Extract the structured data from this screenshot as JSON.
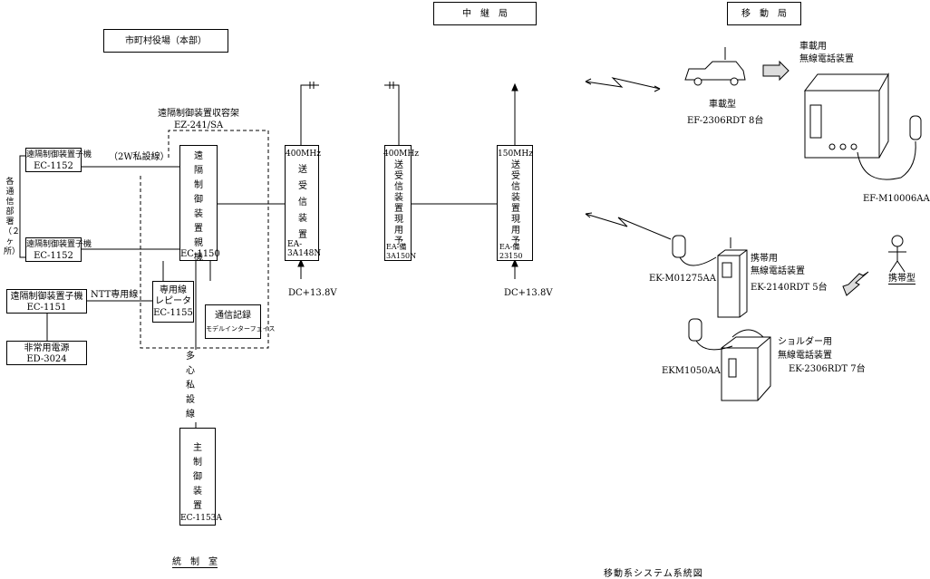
{
  "headers": {
    "office": "市町村役場（本部）",
    "relay": "中　継　局",
    "mobile": "移　動　局"
  },
  "control_housing": {
    "label": "遠隔制御装置収容架",
    "model": "EZ-241/SA"
  },
  "substations": [
    {
      "label": "遠隔制御装置子機",
      "model": "EC-1152"
    },
    {
      "label": "遠隔制御装置子機",
      "model": "EC-1152"
    },
    {
      "label": "遠隔制御装置子機",
      "model": "EC-1151"
    }
  ],
  "private_line_label": "（2W私設線）",
  "ntt_line_label": "NTT専用線",
  "dept_label": "各通信部署（２ヶ所）",
  "emergency_power": {
    "label": "非常用電源",
    "model": "ED-3024"
  },
  "control_main": {
    "label": "遠隔制御装置親機",
    "model": "EC-1150"
  },
  "repeater": {
    "line1": "専用線",
    "line2": "レピータ",
    "model": "EC-1155"
  },
  "recorder": {
    "line1": "通信記録",
    "line2": "モデルインターフェイス"
  },
  "multi_line": "多心私設線",
  "main_control": {
    "label": "主制御装置",
    "model": "EC-1153A"
  },
  "control_room": "統　制　室",
  "radio1": {
    "freq": "400MHz",
    "label": "送受信装置",
    "model1": "EA-",
    "model2": "3A148N"
  },
  "radio2": {
    "freq": "400MHz",
    "label": "送受信装置現用予",
    "model1": "EA-備",
    "model2": "3A150N"
  },
  "radio3": {
    "freq": "150MHz",
    "label": "送受信装置現用予",
    "model1": "EA-備",
    "model2": "23150"
  },
  "dc1": "DC+13.8V",
  "dc2": "DC+13.8V",
  "vehicle": {
    "type": "車載型",
    "model": "EF-2306RDT 8台",
    "unit_line1": "車載用",
    "unit_line2": "無線電話装置",
    "mic": "EF-M10006AA"
  },
  "portable": {
    "type": "携帯型",
    "mic": "EK-M01275AA",
    "unit_line1": "携帯用",
    "unit_line2": "無線電話装置",
    "model": "EK-2140RDT 5台"
  },
  "shoulder": {
    "mic": "EKM1050AA",
    "unit_line1": "ショルダー用",
    "unit_line2": "無線電話装置",
    "model": "EK-2306RDT 7台"
  },
  "caption": "移動系システム系統図"
}
